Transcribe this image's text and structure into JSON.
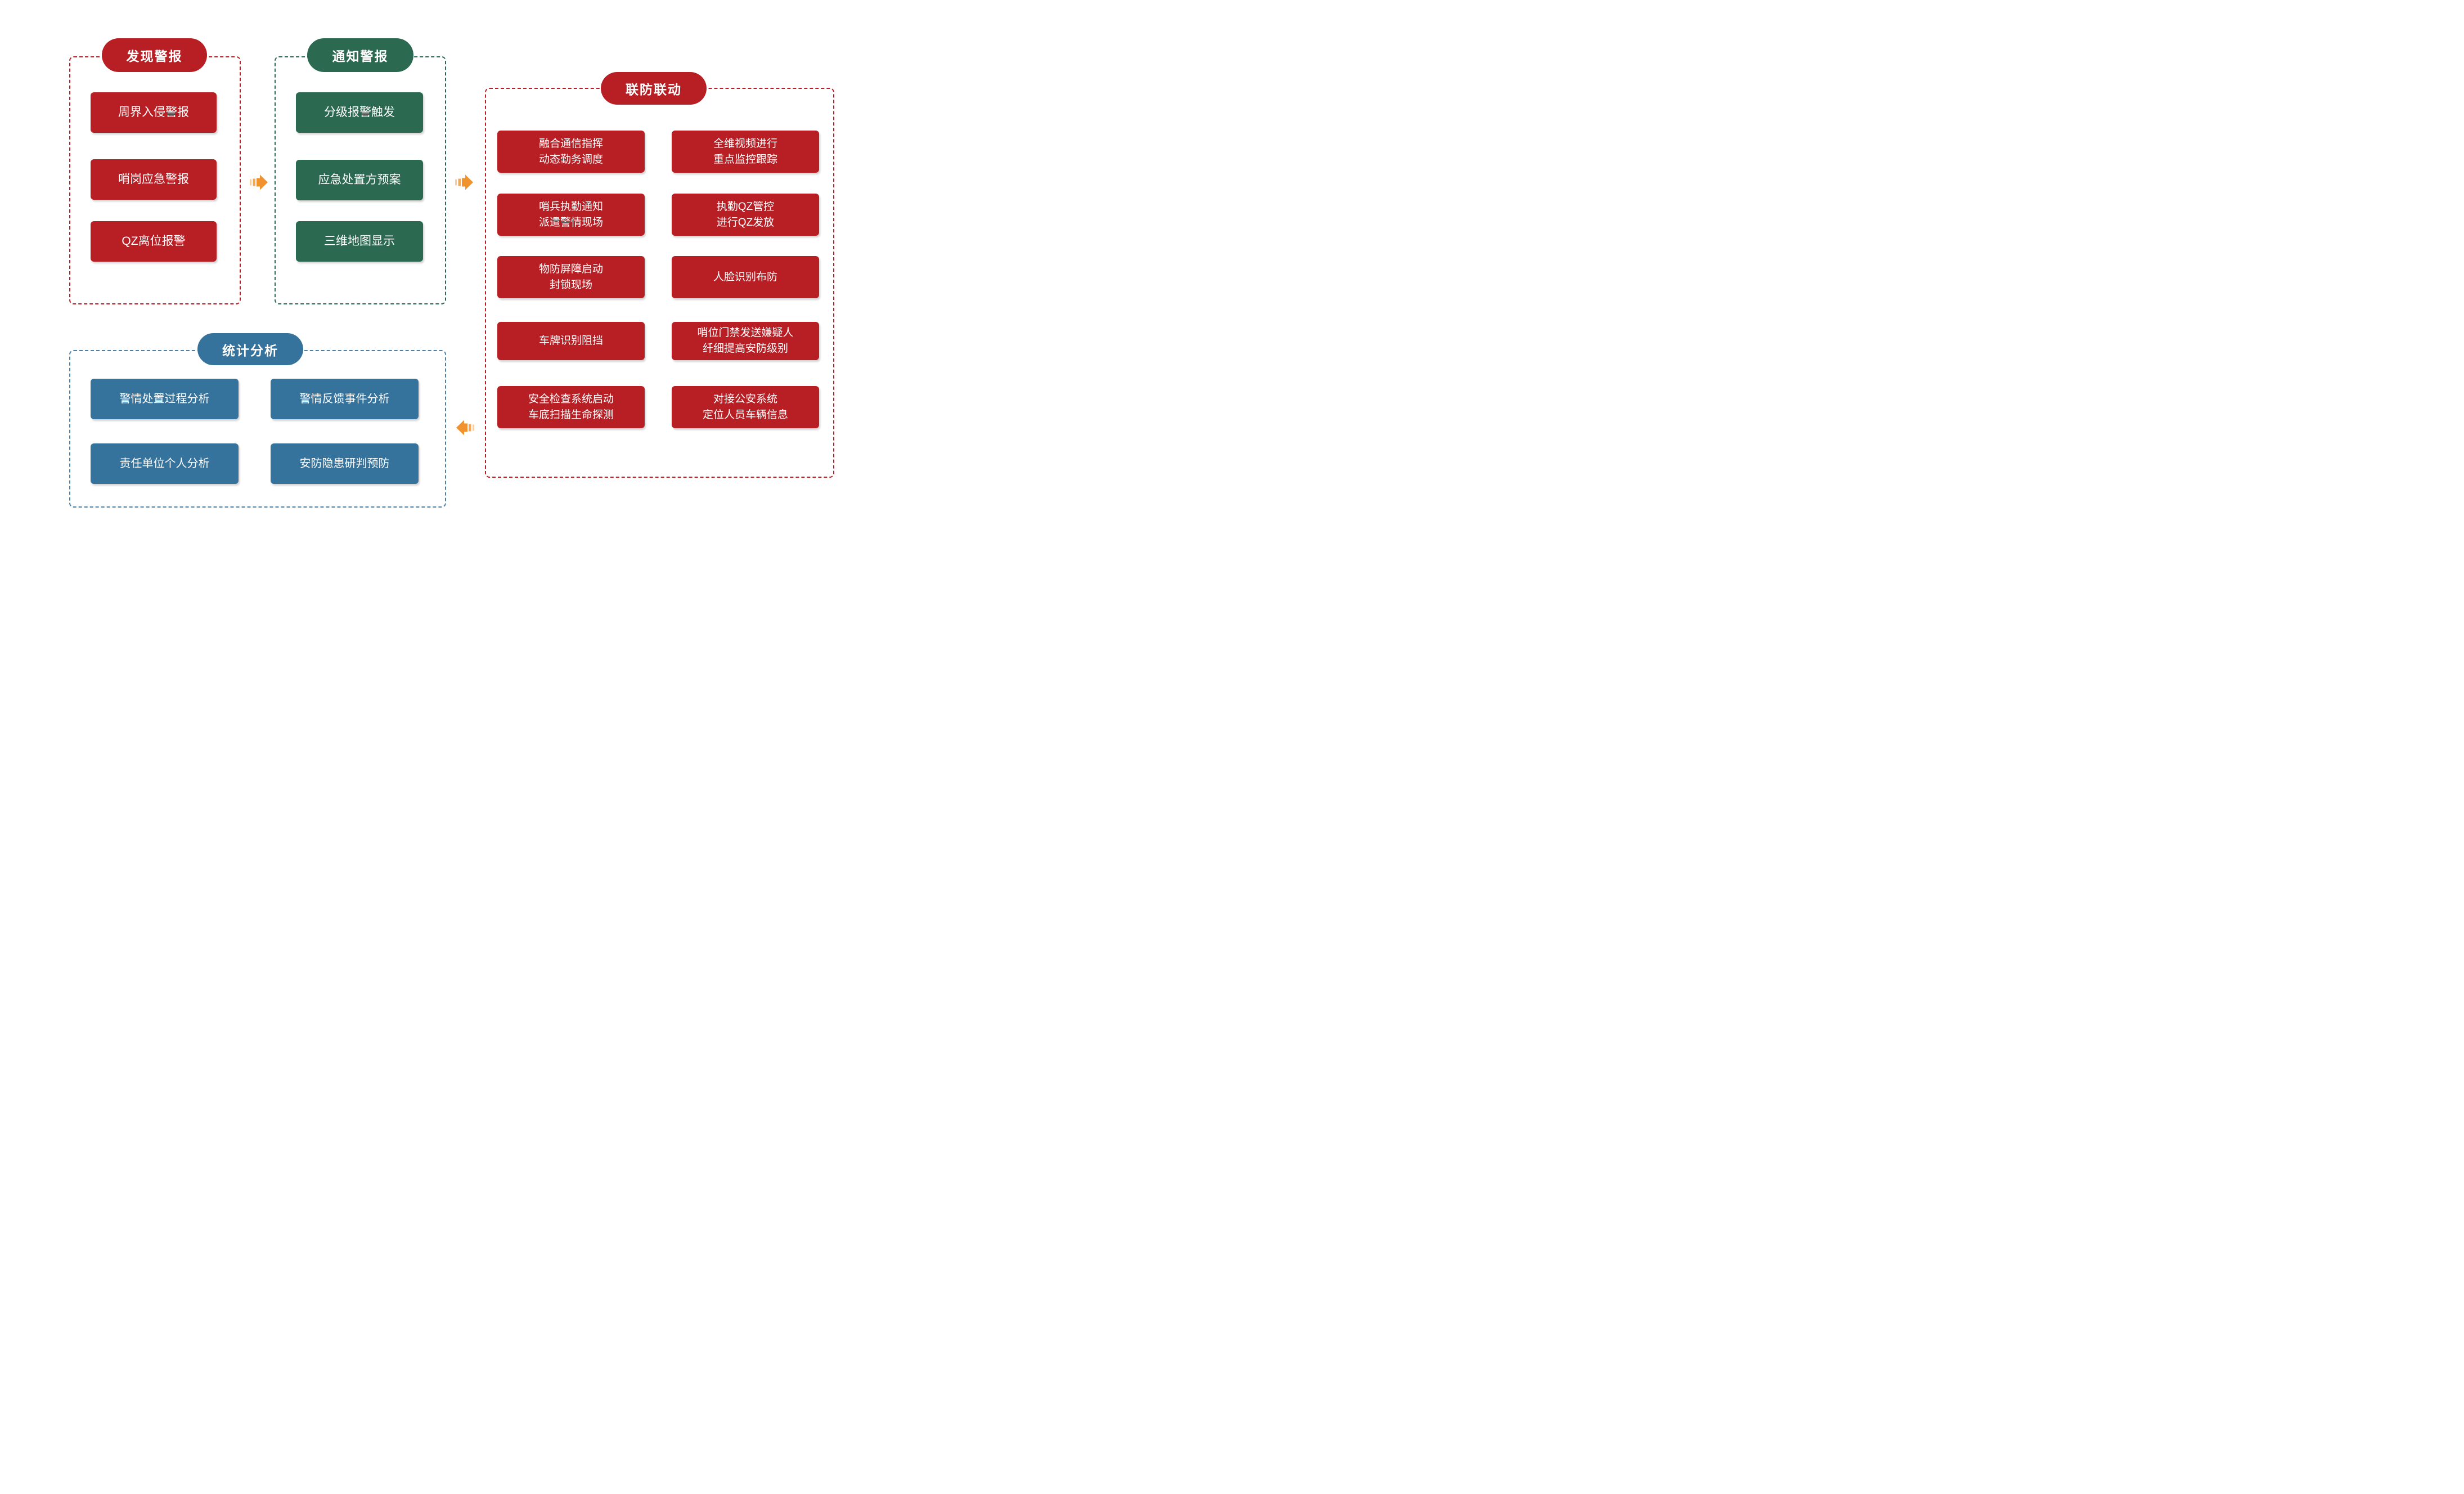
{
  "colors": {
    "red": "#B81F25",
    "green": "#2B6A50",
    "blue": "#35739D",
    "blue_border": "#4B80A8",
    "orange": "#F0922D",
    "text": "#FFFFFF"
  },
  "sections": {
    "discover": {
      "title": "发现警报",
      "items": [
        "周界入侵警报",
        "哨岗应急警报",
        "QZ离位报警"
      ]
    },
    "notify": {
      "title": "通知警报",
      "items": [
        "分级报警触发",
        "应急处置方预案",
        "三维地图显示"
      ]
    },
    "joint": {
      "title": "联防联动",
      "left": [
        "融合通信指挥\n动态勤务调度",
        "哨兵执勤通知\n派遣警情现场",
        "物防屏障启动\n封锁现场",
        "车牌识别阻挡",
        "安全检查系统启动\n车底扫描生命探测"
      ],
      "right": [
        "全维视频进行\n重点监控跟踪",
        "执勤QZ管控\n进行QZ发放",
        "人脸识别布防",
        "哨位门禁发送嫌疑人\n纤细提高安防级别",
        "对接公安系统\n定位人员车辆信息"
      ]
    },
    "stats": {
      "title": "统计分析",
      "items": [
        "警情处置过程分析",
        "警情反馈事件分析",
        "责任单位个人分析",
        "安防隐患研判预防"
      ]
    }
  },
  "arrows": [
    "right",
    "right",
    "left"
  ]
}
